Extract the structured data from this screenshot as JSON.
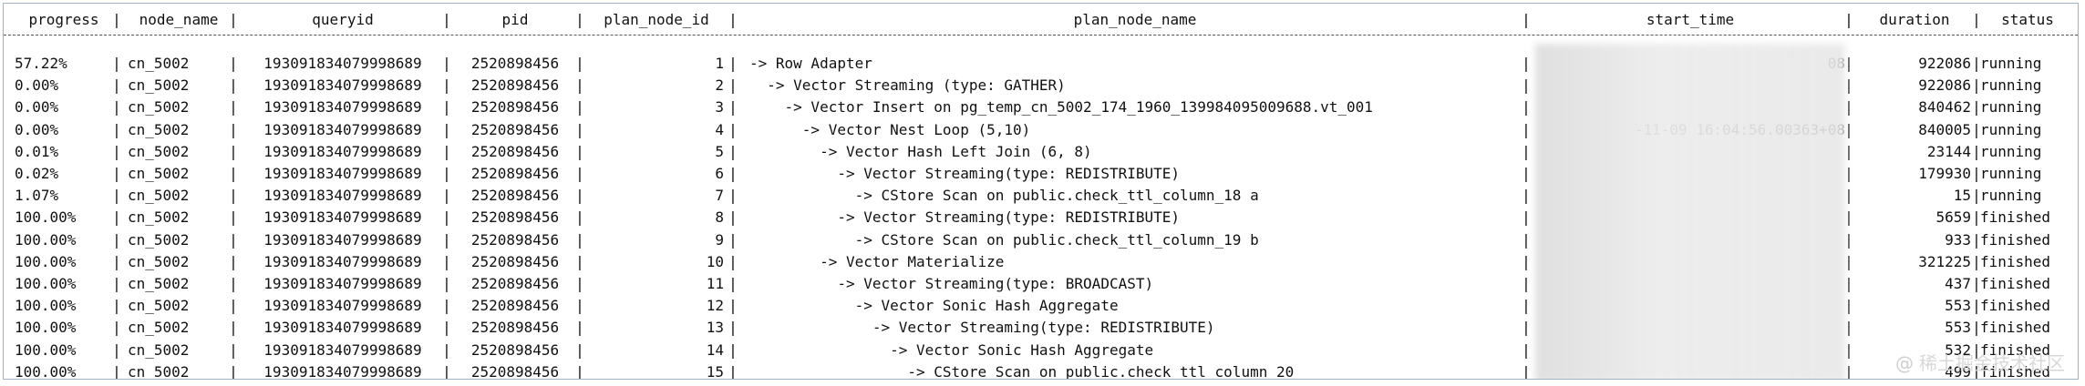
{
  "table": {
    "columns": [
      "progress",
      "node_name",
      "queryid",
      "pid",
      "plan_node_id",
      "plan_node_name",
      "start_time",
      "duration",
      "status"
    ],
    "rows": [
      {
        "progress": "57.22%",
        "node_name": "cn_5002",
        "queryid": "193091834079998689",
        "pid": "2520898456",
        "plan_node_id": "1",
        "plan_node_name": "-> Row Adapter",
        "start_time_visible": "08",
        "duration": "922086",
        "status": "running"
      },
      {
        "progress": "0.00%",
        "node_name": "cn_5002",
        "queryid": "193091834079998689",
        "pid": "2520898456",
        "plan_node_id": "2",
        "plan_node_name": "  -> Vector Streaming (type: GATHER)",
        "start_time_visible": "",
        "duration": "922086",
        "status": "running"
      },
      {
        "progress": "0.00%",
        "node_name": "cn_5002",
        "queryid": "193091834079998689",
        "pid": "2520898456",
        "plan_node_id": "3",
        "plan_node_name": "    -> Vector Insert on pg_temp_cn_5002_174_1960_139984095009688.vt_001",
        "start_time_visible": "",
        "duration": "840462",
        "status": "running"
      },
      {
        "progress": "0.00%",
        "node_name": "cn_5002",
        "queryid": "193091834079998689",
        "pid": "2520898456",
        "plan_node_id": "4",
        "plan_node_name": "      -> Vector Nest Loop (5,10)",
        "start_time_visible": "-11-09 16:04:56.00363+08",
        "duration": "840005",
        "status": "running"
      },
      {
        "progress": "0.01%",
        "node_name": "cn_5002",
        "queryid": "193091834079998689",
        "pid": "2520898456",
        "plan_node_id": "5",
        "plan_node_name": "        -> Vector Hash Left Join (6, 8)",
        "start_time_visible": "",
        "duration": "23144",
        "status": "running"
      },
      {
        "progress": "0.02%",
        "node_name": "cn_5002",
        "queryid": "193091834079998689",
        "pid": "2520898456",
        "plan_node_id": "6",
        "plan_node_name": "          -> Vector Streaming(type: REDISTRIBUTE)",
        "start_time_visible": "",
        "duration": "179930",
        "status": "running"
      },
      {
        "progress": "1.07%",
        "node_name": "cn_5002",
        "queryid": "193091834079998689",
        "pid": "2520898456",
        "plan_node_id": "7",
        "plan_node_name": "            -> CStore Scan on public.check_ttl_column_18 a",
        "start_time_visible": "",
        "duration": "15",
        "status": "running"
      },
      {
        "progress": "100.00%",
        "node_name": "cn_5002",
        "queryid": "193091834079998689",
        "pid": "2520898456",
        "plan_node_id": "8",
        "plan_node_name": "          -> Vector Streaming(type: REDISTRIBUTE)",
        "start_time_visible": "",
        "duration": "5659",
        "status": "finished"
      },
      {
        "progress": "100.00%",
        "node_name": "cn_5002",
        "queryid": "193091834079998689",
        "pid": "2520898456",
        "plan_node_id": "9",
        "plan_node_name": "            -> CStore Scan on public.check_ttl_column_19 b",
        "start_time_visible": "",
        "duration": "933",
        "status": "finished"
      },
      {
        "progress": "100.00%",
        "node_name": "cn_5002",
        "queryid": "193091834079998689",
        "pid": "2520898456",
        "plan_node_id": "10",
        "plan_node_name": "        -> Vector Materialize",
        "start_time_visible": "",
        "duration": "321225",
        "status": "finished"
      },
      {
        "progress": "100.00%",
        "node_name": "cn_5002",
        "queryid": "193091834079998689",
        "pid": "2520898456",
        "plan_node_id": "11",
        "plan_node_name": "          -> Vector Streaming(type: BROADCAST)",
        "start_time_visible": "",
        "duration": "437",
        "status": "finished"
      },
      {
        "progress": "100.00%",
        "node_name": "cn_5002",
        "queryid": "193091834079998689",
        "pid": "2520898456",
        "plan_node_id": "12",
        "plan_node_name": "            -> Vector Sonic Hash Aggregate",
        "start_time_visible": "",
        "duration": "553",
        "status": "finished"
      },
      {
        "progress": "100.00%",
        "node_name": "cn_5002",
        "queryid": "193091834079998689",
        "pid": "2520898456",
        "plan_node_id": "13",
        "plan_node_name": "              -> Vector Streaming(type: REDISTRIBUTE)",
        "start_time_visible": "",
        "duration": "553",
        "status": "finished"
      },
      {
        "progress": "100.00%",
        "node_name": "cn_5002",
        "queryid": "193091834079998689",
        "pid": "2520898456",
        "plan_node_id": "14",
        "plan_node_name": "                -> Vector Sonic Hash Aggregate",
        "start_time_visible": "",
        "duration": "532",
        "status": "finished"
      },
      {
        "progress": "100.00%",
        "node_name": "cn_5002",
        "queryid": "193091834079998689",
        "pid": "2520898456",
        "plan_node_id": "15",
        "plan_node_name": "                  -> CStore Scan on public.check_ttl_column_20",
        "start_time_visible": "",
        "duration": "499",
        "status": "finished"
      }
    ]
  },
  "watermark": {
    "text": "稀土掘金技术社区",
    "prefix": "@"
  }
}
